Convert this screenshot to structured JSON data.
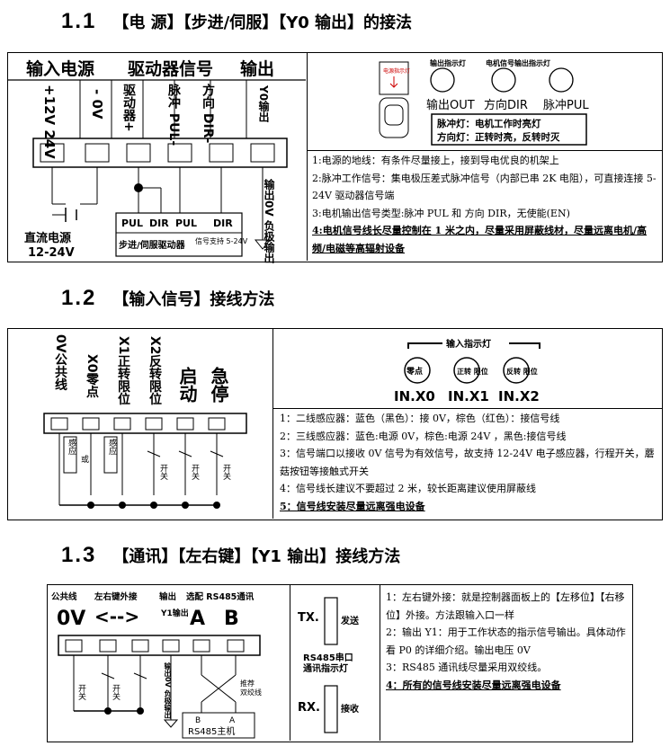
{
  "sections": [
    {
      "number": "1.1",
      "title": "【电 源】【步进/伺服】【Y0 输出】的接法",
      "left": {
        "headers": [
          "输入电源",
          "驱动器信号",
          "输出"
        ],
        "terminals": [
          "+12V 24V",
          "- 0V",
          "驱动器+",
          "脉冲 PUL-",
          "方向 DIR-",
          "Y0输出"
        ],
        "power_label": "直流电源",
        "power_voltage": "12-24V",
        "driver_labels": [
          "PUL",
          "DIR",
          "PUL",
          "DIR"
        ],
        "driver_name": "步进/伺服驱动器",
        "signal_support": "信号支持 5-24V",
        "output_label": "输出0V 负极输出"
      },
      "right": {
        "indicator_labels": [
          "电源指示灯",
          "输出指示灯",
          "电机信号输出指示灯"
        ],
        "led_captions": [
          "输出OUT",
          "方向DIR",
          "脉冲PUL"
        ],
        "box_lines": [
          "脉冲灯：电机工作时亮灯",
          "方向灯：正转时亮，反转时灭"
        ]
      },
      "notes": [
        "1:电源的地线：有条件尽量接上，接到导电优良的机架上",
        "2:脉冲工作信号：集电极压差式脉冲信号（内部已串 2K 电阻），可直接连接 5-24V 驱动器信号端",
        "3:电机输出信号类型:脉冲 PUL 和 方向 DIR，无使能(EN)",
        "4:电机信号线长尽量控制在 1 米之内，尽量采用屏蔽线材，尽量远离电机/高频/电磁等高辐射设备"
      ]
    },
    {
      "number": "1.2",
      "title": "【输入信号】接线方法",
      "left": {
        "terminals": [
          "0V公共线",
          "X0零点",
          "X1正转限位",
          "X2反转限位",
          "启动",
          "急停"
        ],
        "sensor_labels": [
          "感应",
          "感应",
          "开关",
          "开关",
          "开关"
        ],
        "or_label": "或"
      },
      "right": {
        "indicator_title": "输入指示灯",
        "leds": [
          "零点",
          "正转 限位",
          "反转 限位"
        ],
        "captions": [
          "IN.X0",
          "IN.X1",
          "IN.X2"
        ]
      },
      "notes": [
        "1：二线感应器：蓝色（黑色）：接 0V，棕色（红色）：接信号线",
        "2：三线感应器：蓝色:电源 0V，棕色:电源 24V ，黑色:接信号线",
        "3：信号端口以接收 0V 信号为有效信号，故支持 12-24V 电子感应器，行程开关，蘑菇按钮等接触式开关",
        "4：信号线长建议不要超过 2 米，较长距离建议使用屏蔽线",
        "5：信号线安装尽量远离强电设备"
      ]
    },
    {
      "number": "1.3",
      "title": "【通讯】【左右键】【Y1 输出】接线方法",
      "left": {
        "headers": [
          "公共线",
          "左右键外接",
          "输出",
          "选配 RS485通讯"
        ],
        "terminals": [
          "0V",
          "<-->",
          "Y1输出",
          "A",
          "B"
        ],
        "switch_label": "开关",
        "output_label": "输出0V 负极输出",
        "twist_label": "推荐 双绞线",
        "master_label": "RS485主机",
        "master_pins": [
          "B",
          "A"
        ]
      },
      "middle": {
        "tx": "TX.",
        "tx_label": "发送",
        "center": "RS485串口 通讯指示灯",
        "rx": "RX.",
        "rx_label": "接收"
      },
      "notes": [
        "1：左右键外接：就是控制器面板上的【左移位】【右移位】外接。方法跟输入口一样",
        "2：输出 Y1：用于工作状态的指示信号输出。具体动作看 P0 的详细介绍。输出电压 0V",
        "3：RS485 通讯线尽量采用双绞线。",
        "4：所有的信号线安装尽量远离强电设备"
      ]
    }
  ]
}
